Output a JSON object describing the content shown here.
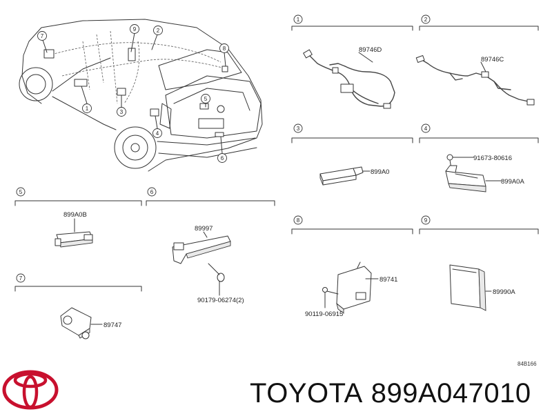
{
  "diagram_code": "84B166",
  "brand": {
    "name": "TOYOTA",
    "part_number": "899A047010",
    "logo_icon": "toyota-emblem-icon",
    "logo_color": "#c8102e"
  },
  "overview_callouts": [
    "1",
    "2",
    "3",
    "4",
    "5",
    "6",
    "7",
    "8",
    "9"
  ],
  "sections": [
    {
      "index": "1",
      "parts": [
        {
          "code": "89746D"
        }
      ]
    },
    {
      "index": "2",
      "parts": [
        {
          "code": "89746C"
        }
      ]
    },
    {
      "index": "3",
      "parts": [
        {
          "code": "899A0"
        }
      ]
    },
    {
      "index": "4",
      "parts": [
        {
          "code": "91673-80616"
        },
        {
          "code": "899A0A"
        }
      ]
    },
    {
      "index": "5",
      "parts": [
        {
          "code": "899A0B"
        }
      ]
    },
    {
      "index": "6",
      "parts": [
        {
          "code": "89997"
        },
        {
          "code": "90179-06274(2)"
        }
      ]
    },
    {
      "index": "7",
      "parts": [
        {
          "code": "89747"
        }
      ]
    },
    {
      "index": "8",
      "parts": [
        {
          "code": "89741"
        },
        {
          "code": "90119-06915"
        }
      ]
    },
    {
      "index": "9",
      "parts": [
        {
          "code": "89990A"
        }
      ]
    }
  ]
}
